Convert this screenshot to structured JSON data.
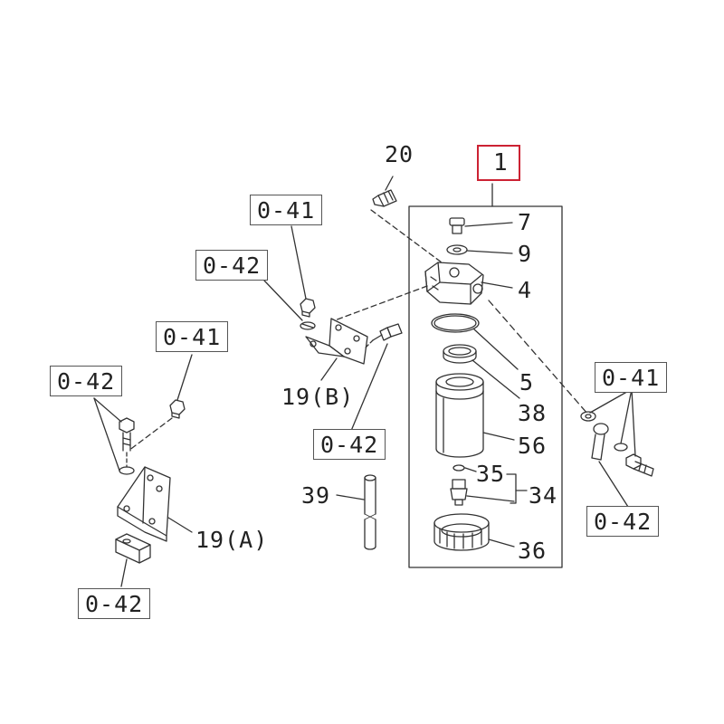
{
  "assembly": {
    "number": "1",
    "highlight_color": "#cc2233"
  },
  "part_labels": {
    "p20": "20",
    "p7": "7",
    "p9": "9",
    "p4": "4",
    "p5": "5",
    "p38": "38",
    "p56": "56",
    "p35": "35",
    "p34": "34",
    "p36": "36",
    "p39": "39",
    "p19b": "19(B)",
    "p19a": "19(A)"
  },
  "reference_boxes": {
    "r1": "0-41",
    "r2": "0-42",
    "r3": "0-41",
    "r4": "0-42",
    "r5": "0-42",
    "r6": "0-41",
    "r7": "0-42",
    "r8": "0-42"
  },
  "colors": {
    "line": "#333333",
    "text": "#222222"
  }
}
